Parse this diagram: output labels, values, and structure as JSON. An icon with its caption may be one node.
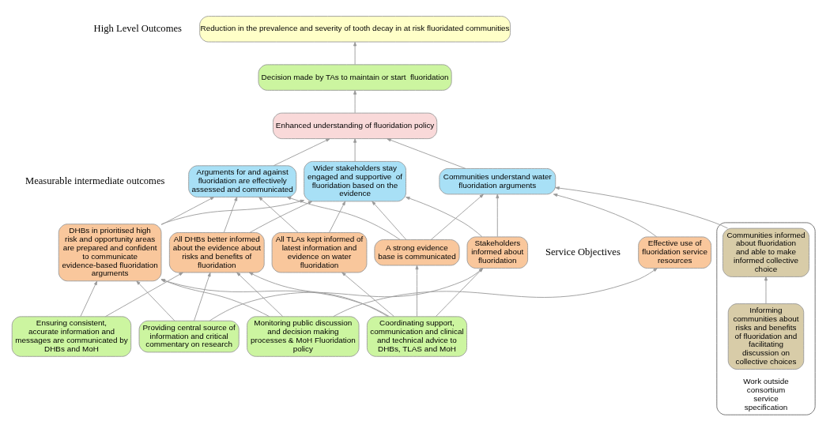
{
  "diagram": {
    "nodes": [
      {
        "text": [
          "Reduction in the prevalence and severity of tooth decay in at risk fluoridated communities"
        ]
      },
      {
        "text": [
          "Decision made by TAs to maintain or start  fluoridation"
        ]
      },
      {
        "text": [
          "Enhanced understanding of fluoridation policy"
        ]
      },
      {
        "text": [
          "Wider stakeholders stay engaged and supportive  of fluoridation based on the evidence"
        ]
      },
      {
        "text": [
          "Arguments for and against fluoridation are effectively assessed and communicated"
        ]
      },
      {
        "text": [
          "Communities understand water fluoridation arguments"
        ]
      },
      {
        "text": [
          "Effective use of fluoridation service resources"
        ]
      },
      {
        "text": [
          "DHBs in prioritised high risk and opportunity areas are prepared and confident to communicate evidence-based fluoridation arguments"
        ]
      },
      {
        "text": [
          "All DHBs better informed about the evidence about risks and benefits of fluoridation"
        ]
      },
      {
        "text": [
          "All TLAs kept informed of latest information and evidence on water fluoridation"
        ]
      },
      {
        "text": [
          "Stakeholders informed about fluoridation"
        ]
      },
      {
        "text": [
          "A strong evidence base is communicated"
        ]
      },
      {
        "text": [
          "Monitoring public discussion and decision making processes & MoH Fluoridation policy"
        ]
      },
      {
        "text": [
          "Providing central source of information and critical commentary on research"
        ]
      },
      {
        "text": [
          "Coordinating support, communication and clinical and technical advice to DHBs, TLAS and MoH"
        ]
      },
      {
        "text": [
          "Ensuring consistent, accurate information and messages are communicated by DHBs and MoH"
        ]
      },
      {
        "text": [
          "Work outside consortium service specification"
        ]
      },
      {
        "text": [
          "Communities informed about fluoridation and able to make informed collective choice"
        ],
        "in": 16
      },
      {
        "text": [
          "Informing communities about  risks and benefits of fluoridation and facilitating discussion on collective choices"
        ],
        "in": 16
      }
    ],
    "edges": [
      {
        "from": 1,
        "to": 0,
        "arrow": "to"
      },
      {
        "from": 2,
        "to": 1,
        "arrow": "to"
      },
      {
        "from": 3,
        "to": 2,
        "arrow": "to"
      },
      {
        "from": 4,
        "to": 2,
        "arrow": "to"
      },
      {
        "from": 5,
        "to": 2,
        "arrow": "to"
      },
      {
        "from": 7,
        "to": 3,
        "arrow": "to"
      },
      {
        "from": 8,
        "to": 3,
        "arrow": "to"
      },
      {
        "from": 9,
        "to": 3,
        "arrow": "to"
      },
      {
        "from": 10,
        "to": 3,
        "arrow": "to"
      },
      {
        "from": 11,
        "to": 3,
        "arrow": "to"
      },
      {
        "from": 7,
        "to": 4,
        "arrow": "to"
      },
      {
        "from": 8,
        "to": 4,
        "arrow": "to"
      },
      {
        "from": 9,
        "to": 4,
        "arrow": "to"
      },
      {
        "from": 11,
        "to": 4,
        "arrow": "to"
      },
      {
        "from": 6,
        "to": 5,
        "arrow": "to"
      },
      {
        "from": 10,
        "to": 5,
        "arrow": "to"
      },
      {
        "from": 11,
        "to": 5,
        "arrow": "to"
      },
      {
        "from": 17,
        "to": 5,
        "arrow": "to"
      },
      {
        "from": 12,
        "to": 6,
        "arrow": "to"
      },
      {
        "from": 12,
        "to": 7,
        "arrow": "to"
      },
      {
        "from": 12,
        "to": 8,
        "arrow": "to"
      },
      {
        "from": 13,
        "to": 7,
        "arrow": "to"
      },
      {
        "from": 13,
        "to": 8,
        "arrow": "to"
      },
      {
        "from": 13,
        "to": 10,
        "arrow": "to"
      },
      {
        "from": 14,
        "to": 7,
        "arrow": "to"
      },
      {
        "from": 14,
        "to": 8,
        "arrow": "to"
      },
      {
        "from": 14,
        "to": 9,
        "arrow": "to"
      },
      {
        "from": 14,
        "to": 10,
        "arrow": "to"
      },
      {
        "from": 14,
        "to": 11,
        "arrow": "to"
      },
      {
        "from": 15,
        "to": 7,
        "arrow": "to"
      },
      {
        "from": 15,
        "to": 8,
        "arrow": "to"
      },
      {
        "from": 18,
        "to": 17,
        "arrow": "to"
      }
    ],
    "labels": [
      "High Level Outcomes",
      "Measurable intermediate outcomes",
      "Service Objectives"
    ]
  }
}
